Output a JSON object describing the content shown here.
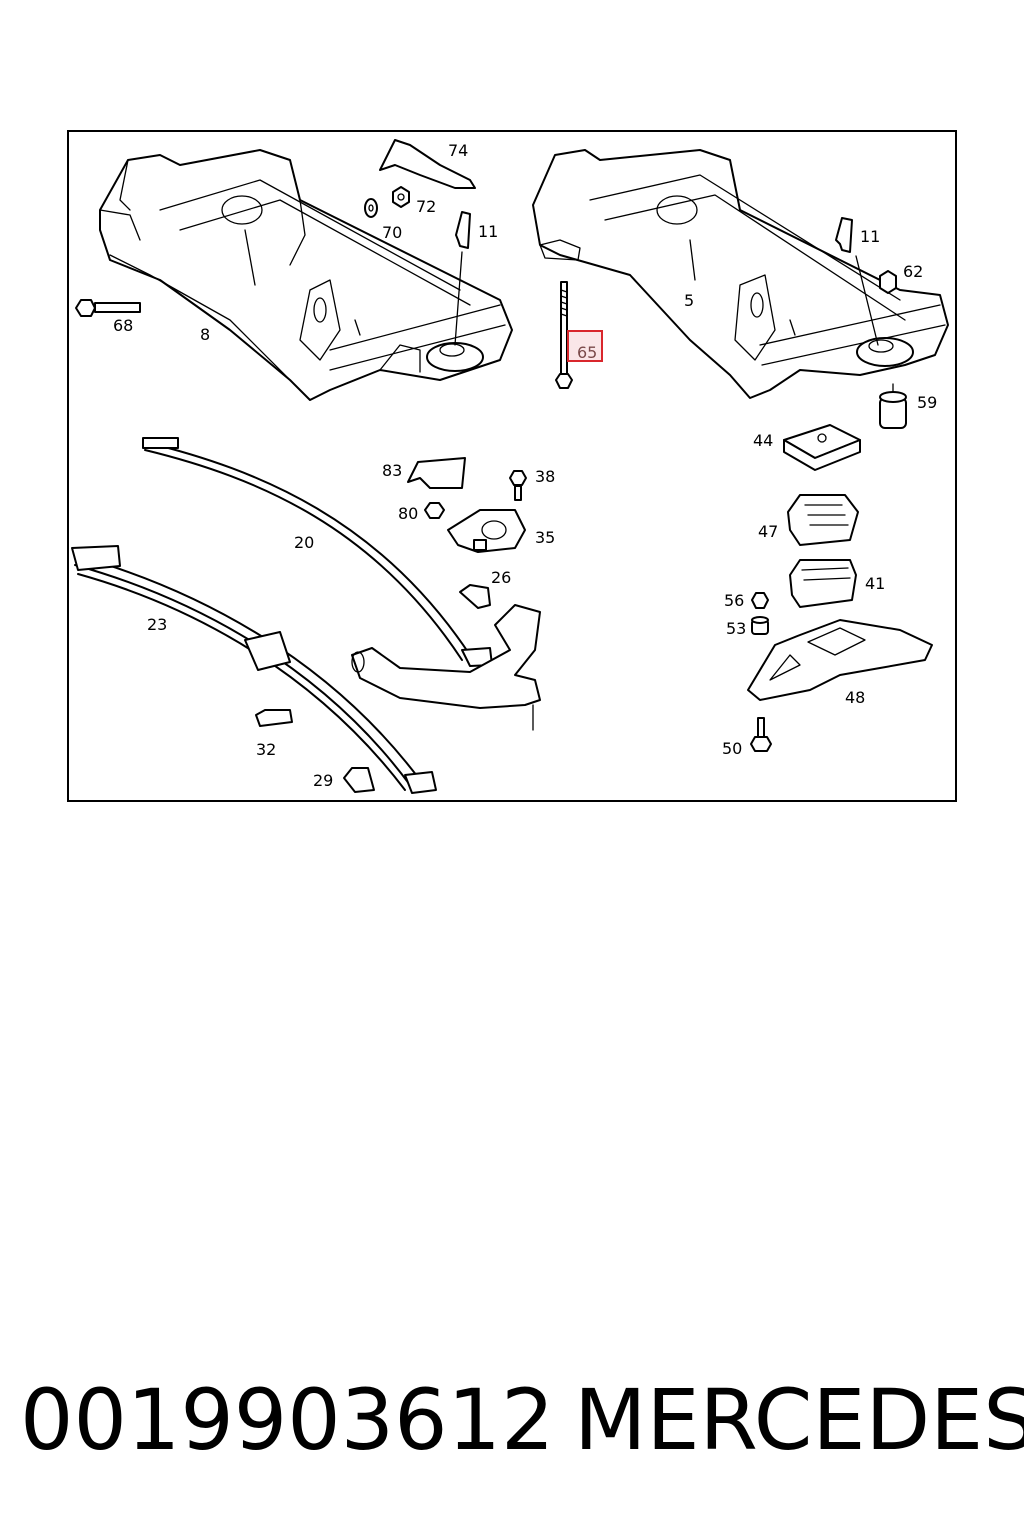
{
  "diagram": {
    "parts": [
      {
        "id": "p74",
        "label": "74"
      },
      {
        "id": "p72",
        "label": "72"
      },
      {
        "id": "p70",
        "label": "70"
      },
      {
        "id": "p11a",
        "label": "11"
      },
      {
        "id": "p11b",
        "label": "11"
      },
      {
        "id": "p68",
        "label": "68"
      },
      {
        "id": "p8",
        "label": "8"
      },
      {
        "id": "p5",
        "label": "5"
      },
      {
        "id": "p62",
        "label": "62"
      },
      {
        "id": "p65",
        "label": "65",
        "highlighted": true
      },
      {
        "id": "p59",
        "label": "59"
      },
      {
        "id": "p44",
        "label": "44"
      },
      {
        "id": "p83",
        "label": "83"
      },
      {
        "id": "p38",
        "label": "38"
      },
      {
        "id": "p80",
        "label": "80"
      },
      {
        "id": "p35",
        "label": "35"
      },
      {
        "id": "p20",
        "label": "20"
      },
      {
        "id": "p26",
        "label": "26"
      },
      {
        "id": "p47",
        "label": "47"
      },
      {
        "id": "p41",
        "label": "41"
      },
      {
        "id": "p23",
        "label": "23"
      },
      {
        "id": "p56",
        "label": "56"
      },
      {
        "id": "p53",
        "label": "53"
      },
      {
        "id": "p48",
        "label": "48"
      },
      {
        "id": "p32",
        "label": "32"
      },
      {
        "id": "p50",
        "label": "50"
      },
      {
        "id": "p29",
        "label": "29"
      }
    ],
    "highlight_color": "#d9262c",
    "highlight_fill": "#f6d6d8"
  },
  "caption": {
    "part_number": "0019903612",
    "brand": "MERCEDES"
  }
}
